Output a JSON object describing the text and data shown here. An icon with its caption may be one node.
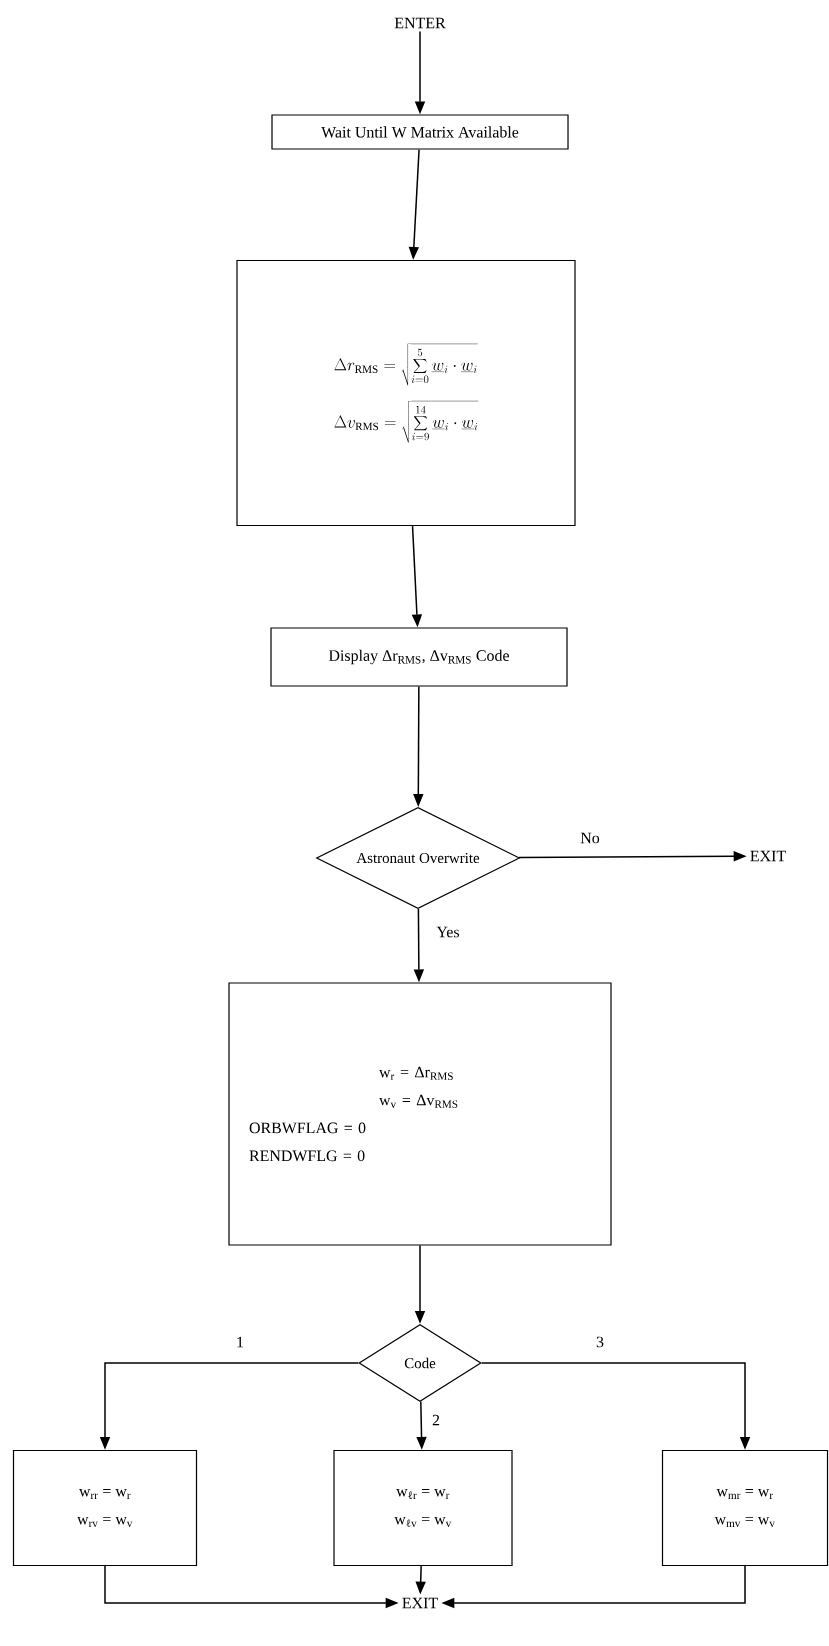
{
  "diagram": {
    "nodes": [
      {
        "text": [
          "ENTER"
        ]
      },
      {
        "text": [
          "Wait Until W Matrix Available"
        ]
      },
      {
        "text": [
          "\\Delta r_{\\mathrm{RMS}} = \\sqrt{\\sum_{i=0}^{5} \\underline{w}_i \\cdot \\underline{w}_i}",
          "\\Delta v_{\\mathrm{RMS}} = \\sqrt{\\sum_{i=9}^{14} \\underline{w}_i \\cdot \\underline{w}_i}"
        ]
      },
      {
        "text": [
          "Display Δr$_{RMS}$, Δv$_{RMS}$ Code"
        ]
      },
      {
        "text": [
          "Astronaut Overwrite"
        ]
      },
      {
        "text": [
          "EXIT"
        ]
      },
      {
        "text": [
          "w$_{r}$ = Δr$_{RMS}$",
          "w$_{v}$ = Δv$_{RMS}$",
          "ORBWFLAG = 0",
          "RENDWFLG = 0"
        ]
      },
      {
        "text": [
          "Code"
        ]
      },
      {
        "text": [
          "w$_{rr}$ = w$_{r}$",
          "w$_{rv}$ = w$_{v}$"
        ]
      },
      {
        "text": [
          "w$_{ℓr}$ = w$_{r}$",
          "w$_{ℓv}$ = w$_{v}$"
        ]
      },
      {
        "text": [
          "w$_{mr}$ = w$_{r}$",
          "w$_{mv}$ = w$_{v}$"
        ]
      },
      {
        "text": [
          "EXIT"
        ]
      }
    ],
    "edges": [
      {
        "from": 0,
        "to": 1,
        "arrow": "to"
      },
      {
        "from": 1,
        "to": 2,
        "arrow": "to"
      },
      {
        "from": 2,
        "to": 3,
        "arrow": "to"
      },
      {
        "from": 3,
        "to": 4,
        "arrow": "to"
      },
      {
        "from": 4,
        "to": 5,
        "arrow": "to",
        "label": "No"
      },
      {
        "from": 4,
        "to": 6,
        "arrow": "to",
        "label": "Yes"
      },
      {
        "from": 6,
        "to": 7,
        "arrow": "to"
      },
      {
        "from": 7,
        "to": 8,
        "arrow": "to",
        "label": "1"
      },
      {
        "from": 7,
        "to": 9,
        "arrow": "to",
        "label": "2"
      },
      {
        "from": 7,
        "to": 10,
        "arrow": "to",
        "label": "3"
      },
      {
        "from": 8,
        "to": 11,
        "arrow": "to"
      },
      {
        "from": 9,
        "to": 11,
        "arrow": "to"
      },
      {
        "from": 10,
        "to": 11,
        "arrow": "to"
      }
    ]
  }
}
